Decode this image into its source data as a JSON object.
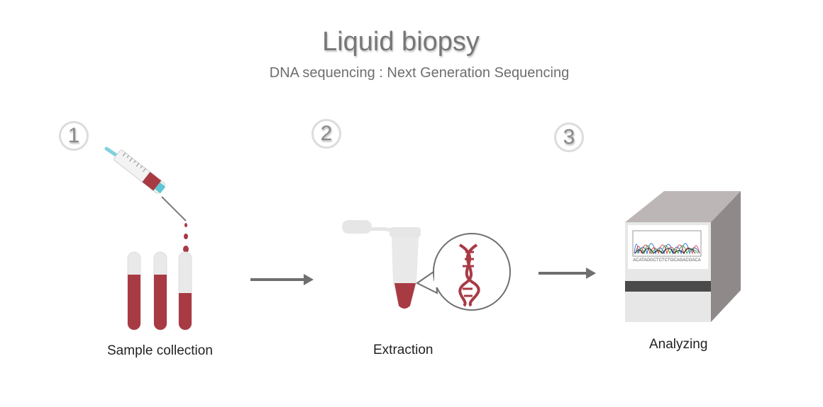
{
  "title": "Liquid biopsy",
  "subtitle": "DNA sequencing : Next Generation Sequencing",
  "steps": [
    {
      "number": "1",
      "label": "Sample collection"
    },
    {
      "number": "2",
      "label": "Extraction"
    },
    {
      "number": "3",
      "label": "Analyzing"
    }
  ],
  "sequence_text": "ACATAGGCTCTCTGCAGACGACA",
  "colors": {
    "blood": "#a83a44",
    "tube": "#e9e9e9",
    "arrow": "#6f6f6f",
    "machine_side": "#8f8989",
    "machine_top": "#bdb6b6",
    "syringe_tip": "#5fc6d6"
  }
}
